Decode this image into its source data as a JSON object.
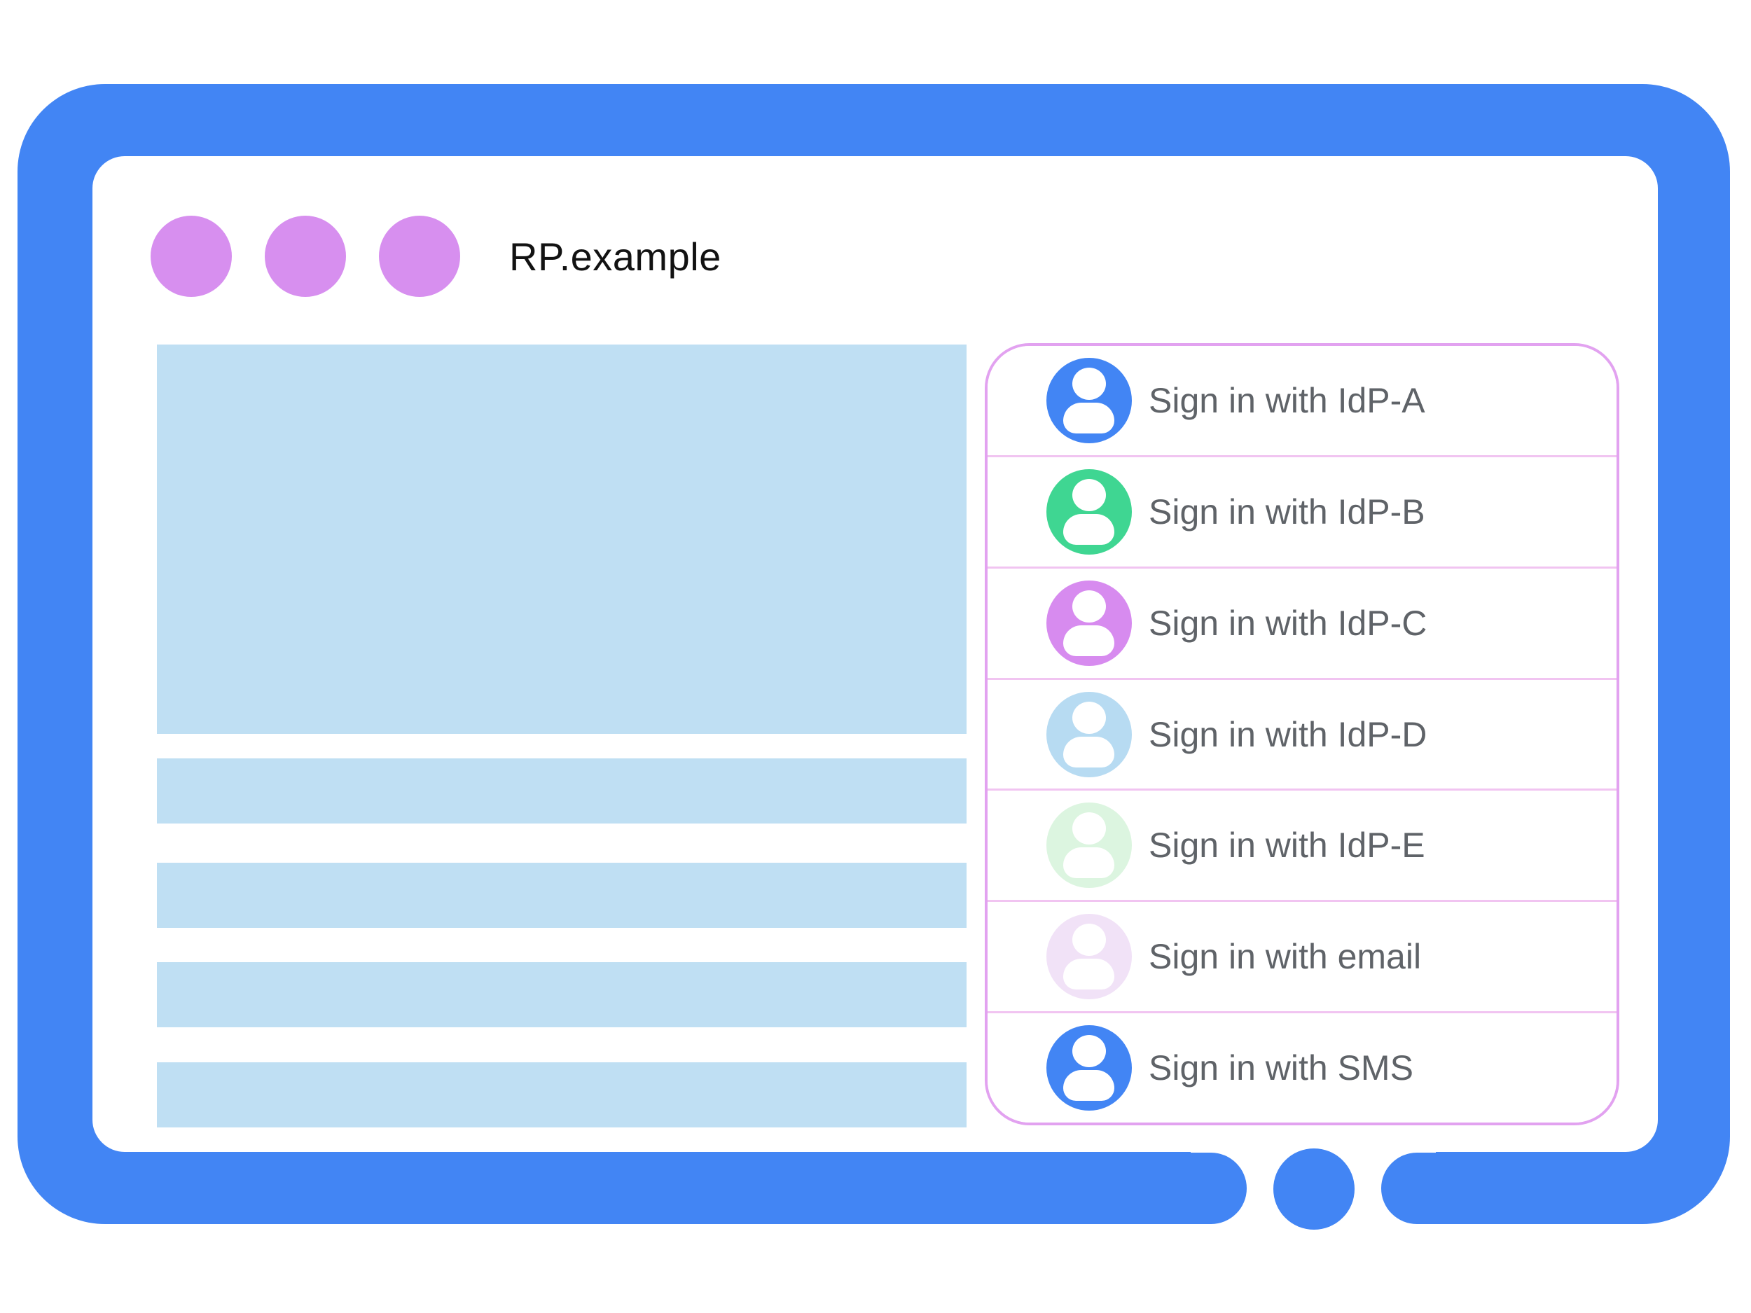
{
  "page": {
    "title": "RP.example"
  },
  "window_controls": {
    "dot_count": 3,
    "dot_color": "#D78FEF"
  },
  "theme": {
    "frame_blue": "#4285F4",
    "dot_purple": "#D78FEF",
    "content_blue": "#BFDFF3",
    "panel_border": "#E2A2F0",
    "divider_pink": "#F1C4F1",
    "label_gray": "#5F6368",
    "title_black": "#121212"
  },
  "content_placeholders": {
    "hero_blocks": 1,
    "text_bars": 4
  },
  "signin_panel": {
    "items": [
      {
        "id": "idp-a",
        "label": "Sign in with IdP-A",
        "avatar_color": "#4285F4"
      },
      {
        "id": "idp-b",
        "label": "Sign in with IdP-B",
        "avatar_color": "#3FD692"
      },
      {
        "id": "idp-c",
        "label": "Sign in with IdP-C",
        "avatar_color": "#D78BEF"
      },
      {
        "id": "idp-d",
        "label": "Sign in with IdP-D",
        "avatar_color": "#B7DBF2"
      },
      {
        "id": "idp-e",
        "label": "Sign in with IdP-E",
        "avatar_color": "#DCF5E0"
      },
      {
        "id": "email",
        "label": "Sign in with email",
        "avatar_color": "#F1E2F7"
      },
      {
        "id": "sms",
        "label": "Sign in with SMS",
        "avatar_color": "#4285F4"
      }
    ]
  }
}
